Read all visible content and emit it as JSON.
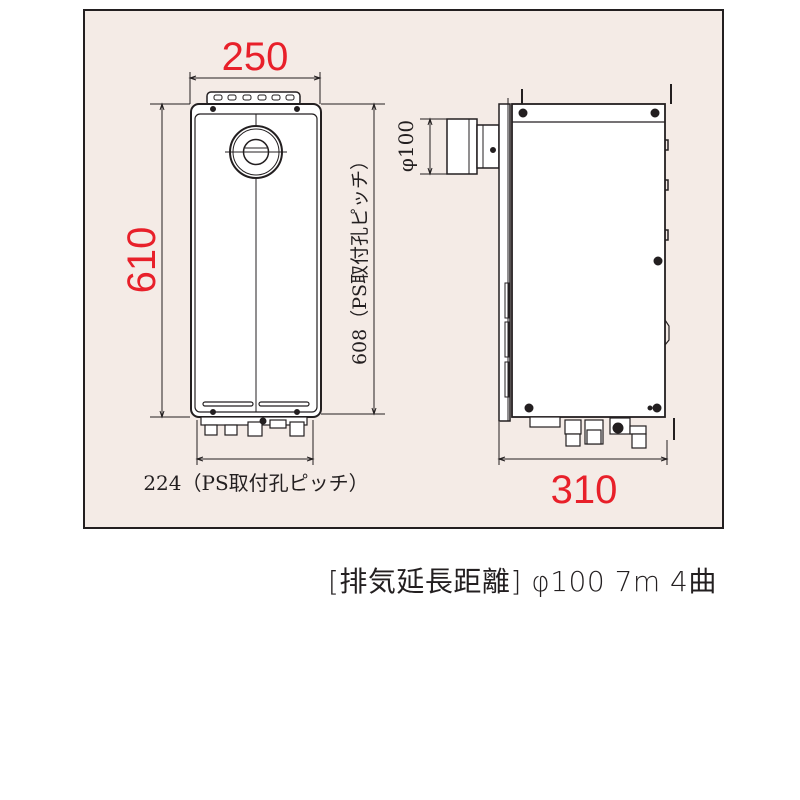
{
  "diagram": {
    "type": "dimension-drawing",
    "subject": "water heater (front and side view)",
    "front_view": {
      "width_label": "250",
      "height_label": "610",
      "pitch_vertical_label": "608（PS取付孔ピッチ）",
      "pitch_horizontal_label": "224（PS取付孔ピッチ）"
    },
    "side_view": {
      "depth_label": "310",
      "exhaust_diameter_label": "φ100"
    },
    "colors": {
      "frame_background": "#f4ebe6",
      "frame_border": "#231f20",
      "dimension_red": "#e8202a",
      "line": "#231f20",
      "unit_fill": "#ffffff"
    }
  },
  "caption": {
    "text": "[排気延長距離] φ100 7m 4曲"
  }
}
